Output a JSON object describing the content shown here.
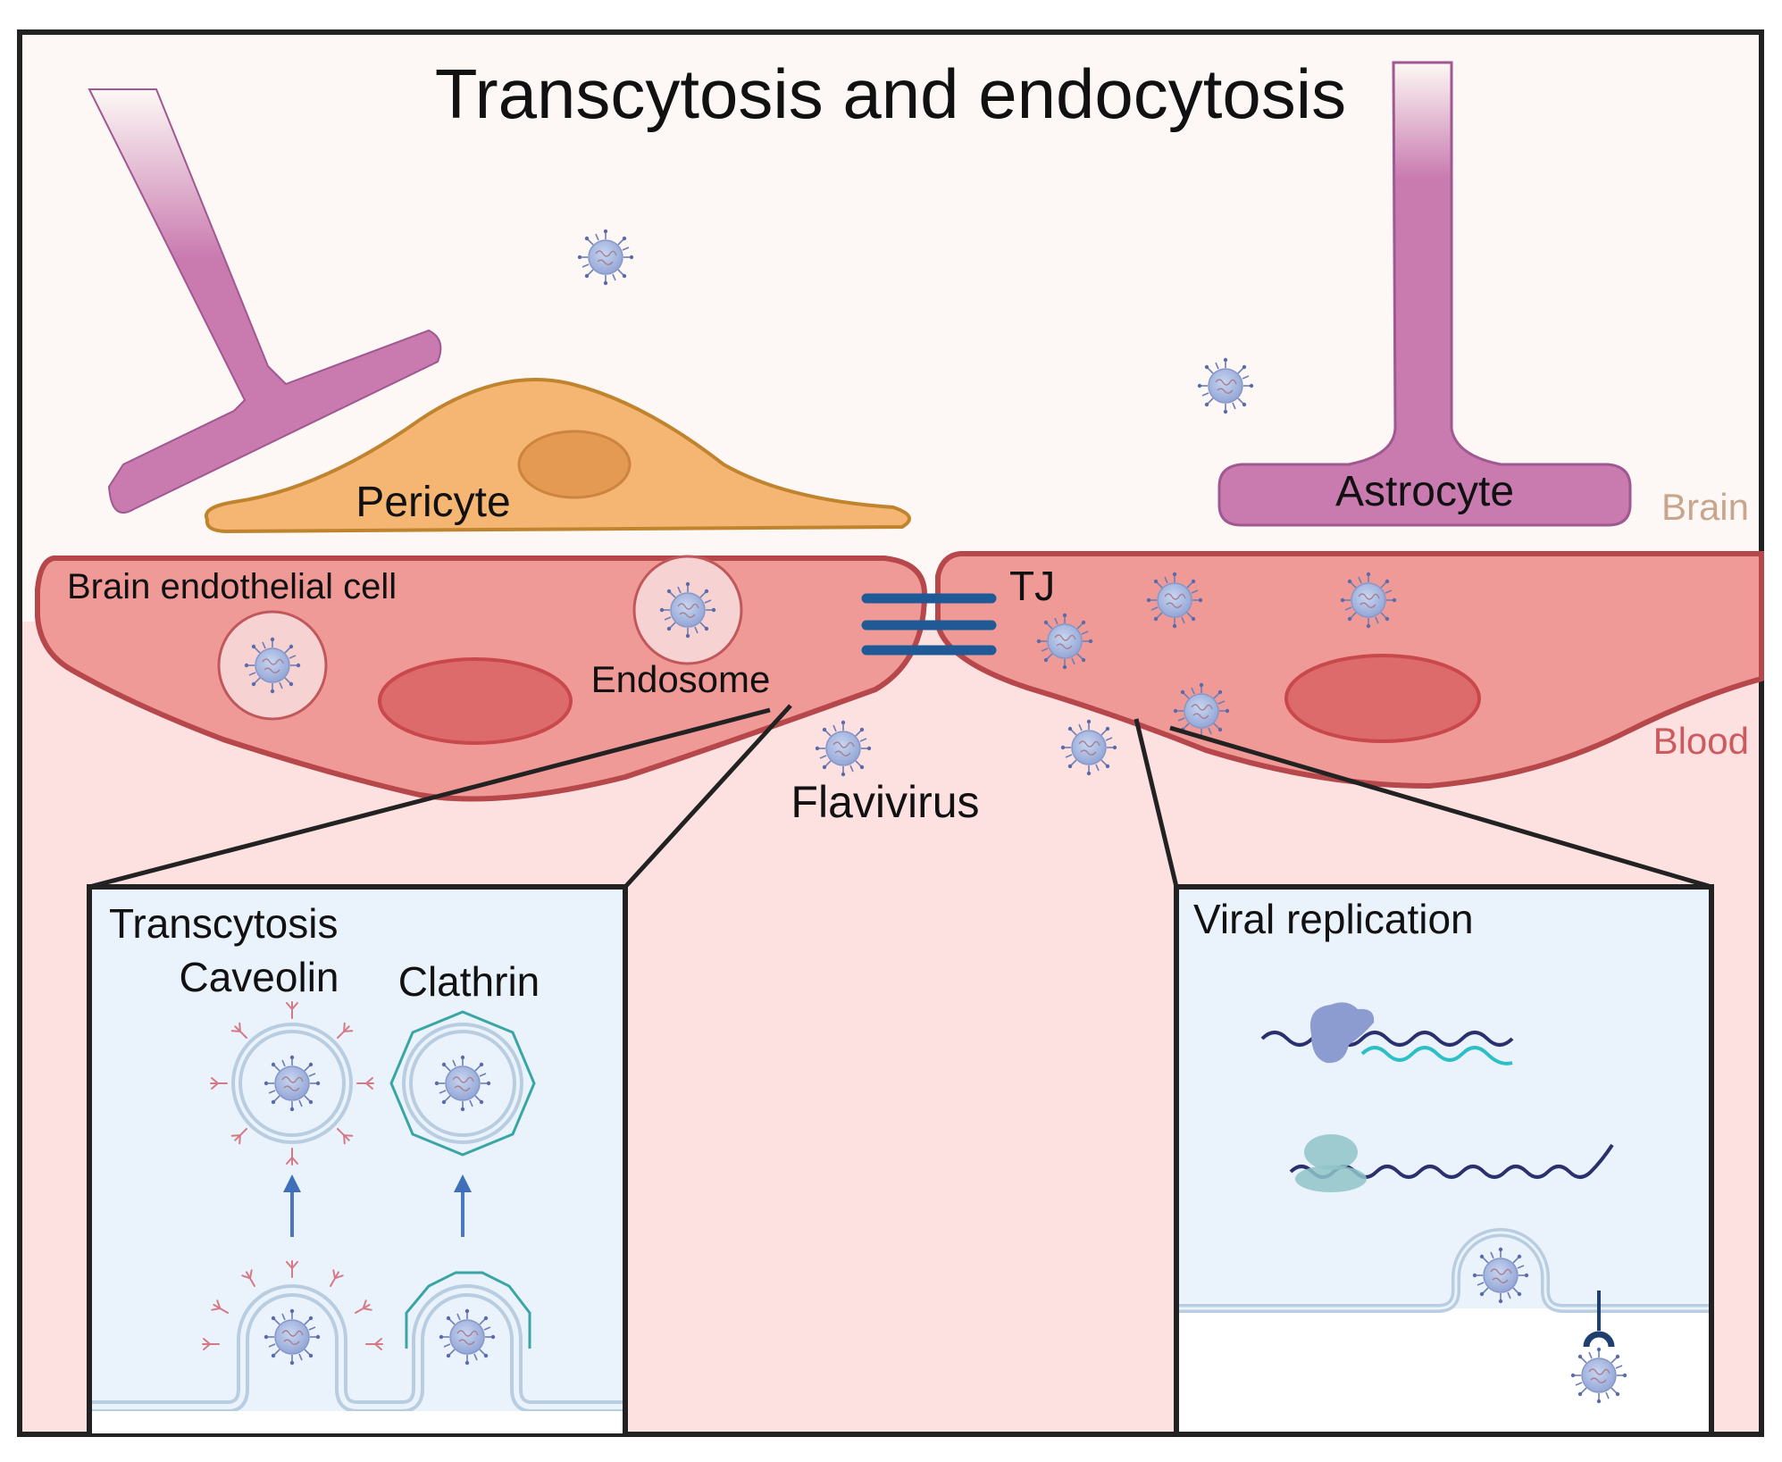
{
  "title": "Transcytosis and endocytosis",
  "regions": {
    "brain": "Brain",
    "blood": "Blood"
  },
  "labels": {
    "pericyte": "Pericyte",
    "astrocyte": "Astrocyte",
    "endothelial": "Brain endothelial cell",
    "endosome": "Endosome",
    "tight_junction": "TJ",
    "flavivirus": "Flavivirus"
  },
  "inset_left": {
    "title": "Transcytosis",
    "caveolin": "Caveolin",
    "clathrin": "Clathrin"
  },
  "inset_right": {
    "title": "Viral replication"
  },
  "colors": {
    "brain_bg": "#fdf8f5",
    "blood_bg": "#fde1e1",
    "astro": "#c97bb0",
    "pericyte": "#f6b673",
    "endothelial": "#f09a98",
    "endothelial_border": "#b6474a",
    "inset_bg": "#eaf2fc",
    "junction": "#1f5a96",
    "virus": "#a8b8e0",
    "caveolin": "#d47a86",
    "clathrin": "#3aa6a4"
  }
}
